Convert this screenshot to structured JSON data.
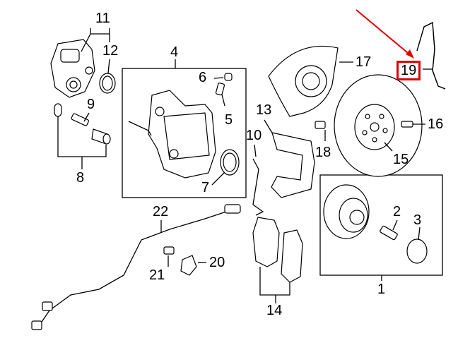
{
  "diagram": {
    "callouts": [
      {
        "id": "1",
        "text": "1"
      },
      {
        "id": "2",
        "text": "2"
      },
      {
        "id": "3",
        "text": "3"
      },
      {
        "id": "4",
        "text": "4"
      },
      {
        "id": "5",
        "text": "5"
      },
      {
        "id": "6",
        "text": "6"
      },
      {
        "id": "7",
        "text": "7"
      },
      {
        "id": "8",
        "text": "8"
      },
      {
        "id": "9",
        "text": "9"
      },
      {
        "id": "10",
        "text": "10"
      },
      {
        "id": "11",
        "text": "11"
      },
      {
        "id": "12",
        "text": "12"
      },
      {
        "id": "13",
        "text": "13"
      },
      {
        "id": "14",
        "text": "14"
      },
      {
        "id": "15",
        "text": "15"
      },
      {
        "id": "16",
        "text": "16"
      },
      {
        "id": "17",
        "text": "17"
      },
      {
        "id": "18",
        "text": "18"
      },
      {
        "id": "19",
        "text": "19"
      },
      {
        "id": "20",
        "text": "20"
      },
      {
        "id": "21",
        "text": "21"
      },
      {
        "id": "22",
        "text": "22"
      }
    ],
    "highlighted_part": "19",
    "highlight_color": "#e00000"
  }
}
